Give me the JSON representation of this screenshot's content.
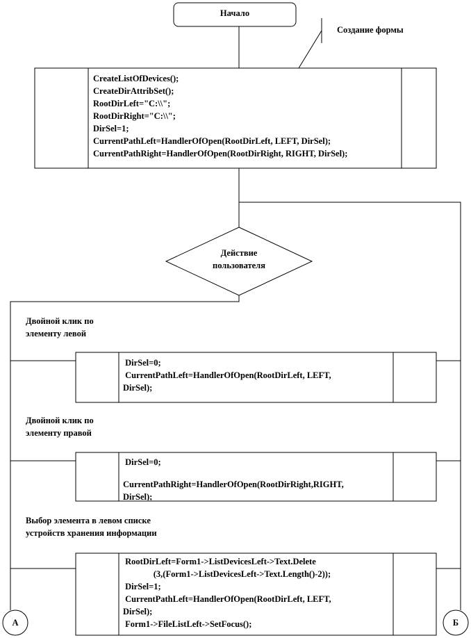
{
  "start": {
    "label": "Начало"
  },
  "comment": {
    "label": "Создание формы"
  },
  "init_block": {
    "lines": [
      "CreateListOfDevices();",
      "CreateDirAttribSet();",
      "RootDirLeft=\"C:\\\\\";",
      "RootDirRight=\"C:\\\\\";",
      "DirSel=1;",
      "CurrentPathLeft=HandlerOfOpen(RootDirLeft, LEFT, DirSel);",
      "CurrentPathRight=HandlerOfOpen(RootDirRight, RIGHT, DirSel);"
    ]
  },
  "decision": {
    "line1": "Действие",
    "line2": "пользователя"
  },
  "cases": [
    {
      "label_lines": [
        "Двойной клик по",
        "элементу левой"
      ],
      "code_lines": [
        " DirSel=0;",
        " CurrentPathLeft=HandlerOfOpen(RootDirLeft, LEFT,",
        "DirSel);"
      ]
    },
    {
      "label_lines": [
        "Двойной клик по",
        "элементу правой"
      ],
      "code_lines": [
        " DirSel=0;",
        "",
        "CurrentPathRight=HandlerOfOpen(RootDirRight,RIGHT,",
        "DirSel);"
      ]
    },
    {
      "label_lines": [
        "Выбор элемента в левом списке",
        "устройств хранения информации"
      ],
      "code_lines": [
        " RootDirLeft=Form1->ListDevicesLeft->Text.Delete",
        "              (3,(Form1->ListDevicesLeft->Text.Length()-2));",
        " DirSel=1;",
        " CurrentPathLeft=HandlerOfOpen(RootDirLeft, LEFT,",
        "DirSel);",
        " Form1->FileListLeft->SetFocus();"
      ]
    }
  ],
  "connectors": {
    "left": "А",
    "right": "Б"
  }
}
